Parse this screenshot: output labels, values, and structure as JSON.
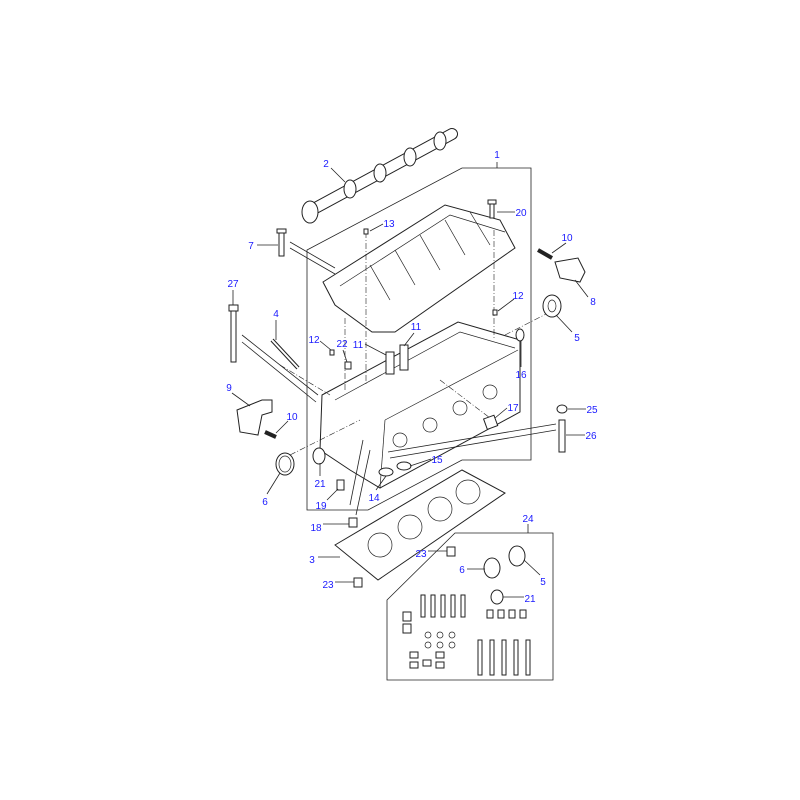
{
  "diagram": {
    "title": "Cylinder head exploded view",
    "label_color": "#1a1aff",
    "callouts": [
      "1",
      "2",
      "20",
      "13",
      "7",
      "10",
      "8",
      "27",
      "12",
      "4",
      "12",
      "22",
      "11",
      "11",
      "5",
      "16",
      "9",
      "10",
      "17",
      "25",
      "26",
      "6",
      "21",
      "15",
      "14",
      "19",
      "18",
      "3",
      "23",
      "24",
      "6",
      "5",
      "21",
      "23"
    ]
  }
}
